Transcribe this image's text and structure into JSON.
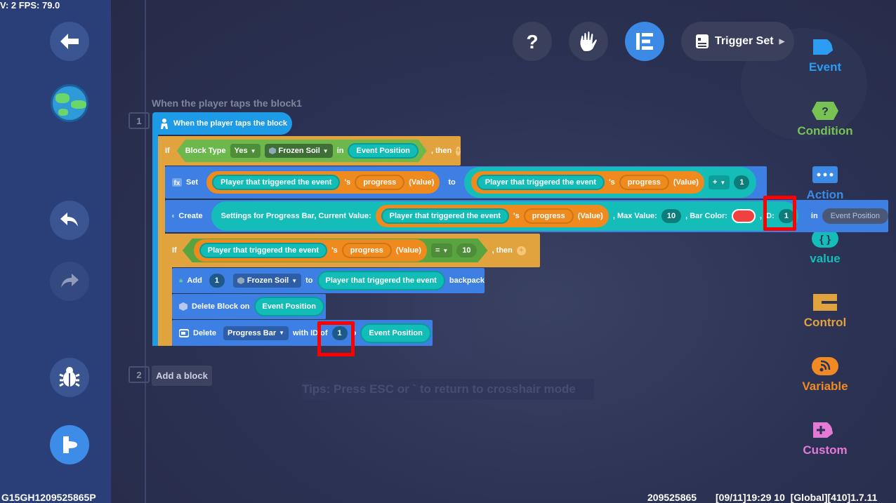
{
  "status": {
    "fps": "V: 2 FPS: 79.0"
  },
  "toolbar": {
    "trigger_set_label": "Trigger Set"
  },
  "categories": [
    {
      "label": "Event",
      "color": "#2b9cf2"
    },
    {
      "label": "Condition",
      "color": "#78c253"
    },
    {
      "label": "Action",
      "color": "#3b8ae6"
    },
    {
      "label": "value",
      "color": "#14bdb8"
    },
    {
      "label": "Control",
      "color": "#e0a33e"
    },
    {
      "label": "Variable",
      "color": "#f08a24"
    },
    {
      "label": "Custom",
      "color": "#e57ad6"
    }
  ],
  "editor": {
    "trigger_title": "When the player taps the block1",
    "line1": "1",
    "line2": "2",
    "event_label": "When the player taps the block",
    "if1": {
      "if": "If",
      "block_type": "Block Type",
      "yes": "Yes",
      "frozen_soil": "Frozen Soil",
      "in": "in",
      "event_position": "Event Position",
      "then": ", then"
    },
    "set": {
      "set": "Set",
      "player": "Player that triggered the event",
      "s": "'s",
      "progress": "progress",
      "value": "(Value)",
      "to": "to",
      "player2": "Player that triggered the event",
      "s2": "'s",
      "progress2": "progress",
      "value2": "(Value)",
      "op": "+",
      "amount": "1"
    },
    "create": {
      "create": "Create",
      "settings": "Settings for Progress Bar, Current Value:",
      "player": "Player that triggered the event",
      "s": "'s",
      "progress": "progress",
      "value": "(Value)",
      "max_label": ", Max Value:",
      "max": "10",
      "color_label": ", Bar Color:",
      "id_label": ", ID:",
      "id": "1",
      "in": "in",
      "event_position": "Event Position"
    },
    "if2": {
      "if": "If",
      "player": "Player that triggered the event",
      "s": "'s",
      "progress": "progress",
      "value": "(Value)",
      "op": "=",
      "target": "10",
      "then": ", then"
    },
    "add": {
      "add": "Add",
      "qty": "1",
      "item": "Frozen Soil",
      "to": "to",
      "player": "Player that triggered the event",
      "backpack": "backpack"
    },
    "delete_block": {
      "label": "Delete Block on",
      "event_position": "Event Position"
    },
    "delete_bar": {
      "delete": "Delete",
      "type": "Progress Bar",
      "with_id": "with ID of",
      "id": "1",
      "o": "o",
      "event_position": "Event Position"
    },
    "add_block": "Add a block",
    "tips": "Tips: Press ESC or ` to return to crosshair mode"
  },
  "footer": {
    "left": "G15GH1209525865P",
    "id": "209525865",
    "info": "[09/11]19:29 10  [Global][410]1.7.11"
  }
}
